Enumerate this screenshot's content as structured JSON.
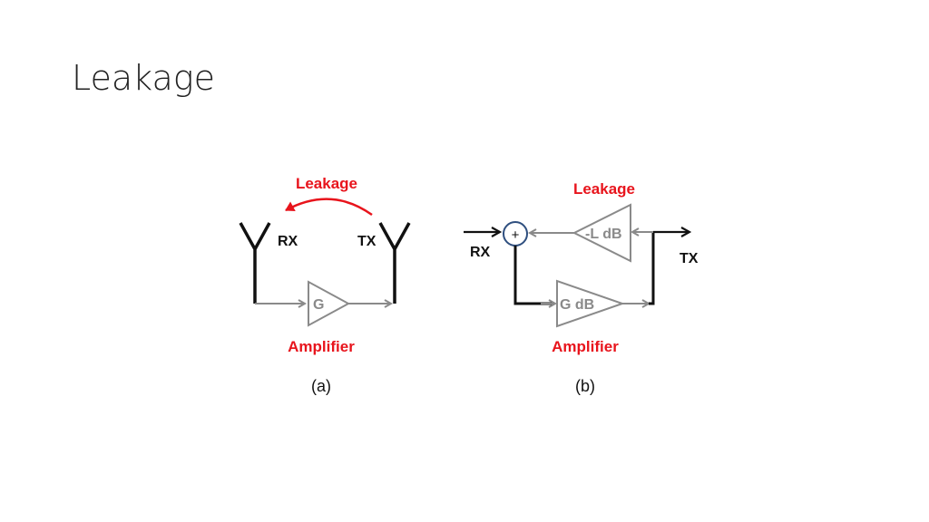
{
  "title": "Leakage",
  "colors": {
    "label_red": "#e8141c",
    "wire_gray": "#8a8a8a",
    "wire_black": "#111111",
    "summer_ring": "#2f4f7f"
  },
  "diagram_a": {
    "leakage_label": "Leakage",
    "rx_label": "RX",
    "tx_label": "TX",
    "gain_label": "G",
    "amplifier_label": "Amplifier",
    "caption": "(a)"
  },
  "diagram_b": {
    "leakage_label": "Leakage",
    "rx_label": "RX",
    "tx_label": "TX",
    "summer_label": "+",
    "leak_gain_label": "-L dB",
    "gain_label": "G dB",
    "amplifier_label": "Amplifier",
    "caption": "(b)"
  }
}
